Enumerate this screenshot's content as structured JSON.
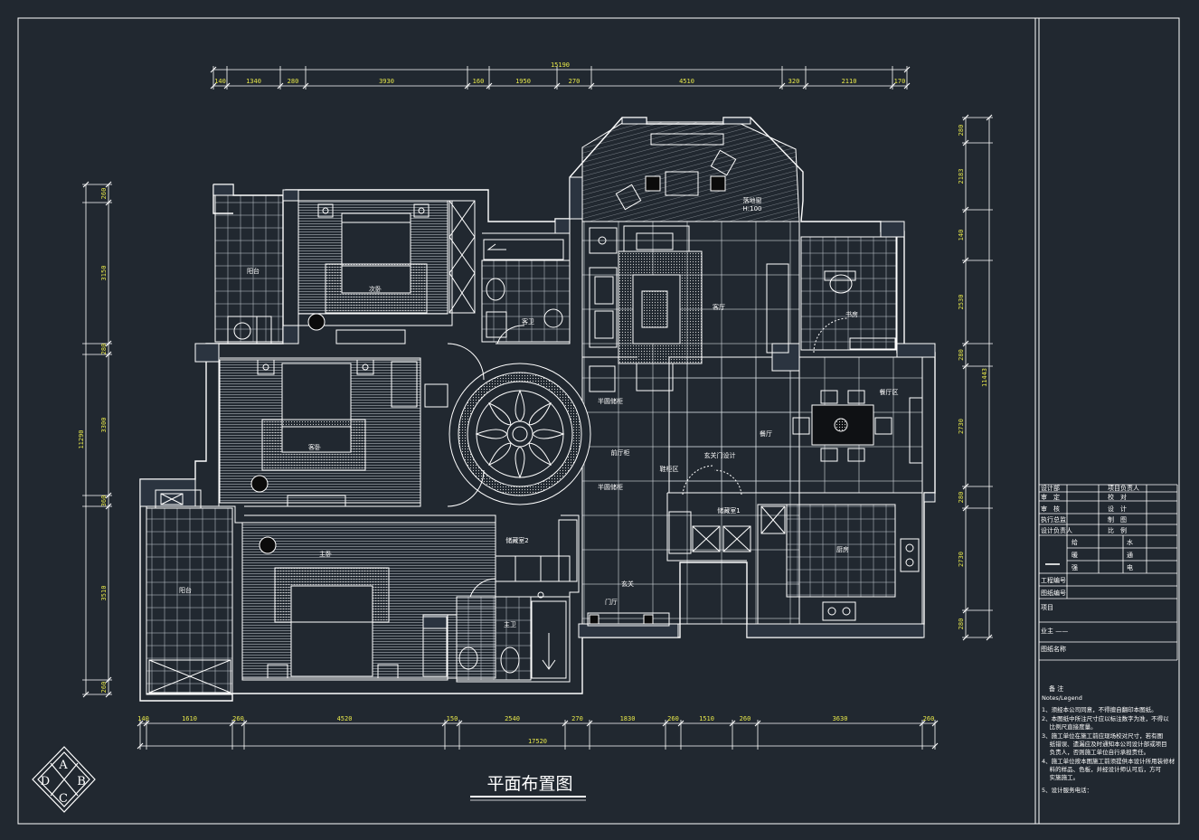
{
  "drawing": {
    "title": "平面布置图",
    "logo_letters": {
      "top": "A",
      "right": "B",
      "bottom": "C",
      "left": "D"
    }
  },
  "dimensions": {
    "top_total": "15190",
    "top": [
      "140",
      "1340",
      "280",
      "3930",
      "160",
      "1950",
      "270",
      "4510",
      "320",
      "2110",
      "170"
    ],
    "bottom_total": "17520",
    "bottom": [
      "140",
      "1610",
      "260",
      "4520",
      "150",
      "2540",
      "270",
      "1830",
      "260",
      "1510",
      "260",
      "3630",
      "260"
    ],
    "left_total": "11290",
    "left": [
      "260",
      "3150",
      "280",
      "3300",
      "360",
      "3510",
      "260"
    ],
    "right_total": "11443",
    "right": [
      "280",
      "2183",
      "140",
      "2530",
      "280",
      "2730",
      "280",
      "2730",
      "280"
    ]
  },
  "rooms": {
    "balcony_top": "阳台",
    "second_bedroom": "次卧",
    "guest_bedroom": "客卧",
    "master_bedroom": "主卧",
    "balcony_bottom": "阳台",
    "guest_bath": "客卫",
    "living_room": "客厅",
    "floor_window": "落地窗",
    "floor_window_height": "H:100",
    "study": "书房",
    "dining_area": "餐厅区",
    "dining": "餐厅",
    "storage_1": "半圆储柜",
    "storage_2": "半圆储柜",
    "hall": "前厅柜",
    "passage": "玄关门设计",
    "shoe_area": "鞋柜区",
    "storage_room_1": "储藏室1",
    "storage_room_2": "储藏室2",
    "kitchen": "厨房",
    "master_bath": "主卫",
    "entrance": "玄关",
    "foyer": "门厅"
  },
  "title_block": {
    "rows": [
      [
        "设计部",
        "",
        "项目负责人",
        ""
      ],
      [
        "审　定",
        "",
        "校　对",
        ""
      ],
      [
        "审　核",
        "",
        "设　计",
        ""
      ],
      [
        "执行总监",
        "",
        "制　图",
        ""
      ],
      [
        "设计负责人",
        "",
        "比　例",
        ""
      ]
    ],
    "disciplines": [
      "给",
      "水",
      "暖",
      "通",
      "强",
      "电"
    ],
    "project_no": "工程编号",
    "drawing_no": "图纸编号",
    "project_name": "项目",
    "owner": "业主 ——",
    "drawing_name": "图纸名称",
    "notes_title": "备 注",
    "notes_subtitle": "Notes/Legend",
    "notes": [
      "1、须经本公司同意，不得擅自翻印本图纸。",
      "2、本图纸中所注尺寸应以标注数字为准，不得以",
      "　 比例尺直接度量。",
      "3、施工单位在施工前应现场校对尺寸，若有图",
      "　 纸错误、遗漏应及时通知本公司设计部或项目",
      "　 负责人，否则施工单位自行承担责任。",
      "4、施工单位按本图施工前须提供本设计所用装修材",
      "　 料的样品、色板，并经设计师认可后，方可",
      "　 实施施工。",
      "5、设计服务电话："
    ]
  },
  "colors": {
    "background": "#212830",
    "line": "#ffffff",
    "dimension_text": "#e8e84a",
    "fill_floor": "#2b3440"
  }
}
